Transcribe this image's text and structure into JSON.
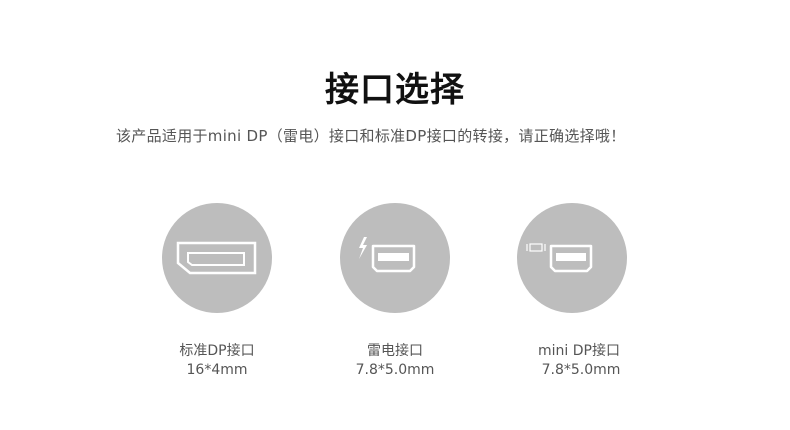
{
  "header": {
    "title": "接口选择",
    "subtitle": "该产品适用于mini DP（雷电）接口和标准DP接口的转接，请正确选择哦！"
  },
  "colors": {
    "circle_bg": "#bdbdbd",
    "icon_stroke": "#ffffff",
    "title_text": "#111111",
    "body_text": "#555555"
  },
  "ports": [
    {
      "icon": "displayport-standard-icon",
      "name": "标准DP接口",
      "size": "16*4mm"
    },
    {
      "icon": "thunderbolt-port-icon",
      "name": "雷电接口",
      "size": "7.8*5.0mm"
    },
    {
      "icon": "mini-displayport-icon",
      "name": "mini DP接口",
      "size": "7.8*5.0mm"
    }
  ]
}
